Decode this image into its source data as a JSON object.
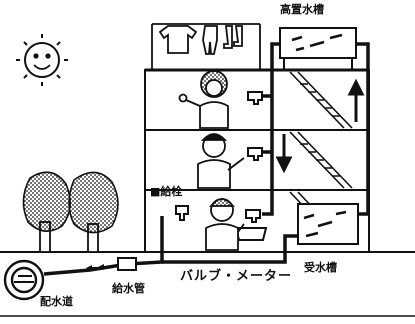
{
  "labels": {
    "elevated_tank": "高置水槽",
    "water_faucet": "■給栓",
    "receiving_tank": "受水槽",
    "water_main": "配水道",
    "service_pipe": "給水管",
    "valve_meter": "バルブ・メーター"
  },
  "icons": {
    "sun": "smiling-sun",
    "laundry": "hanging-laundry",
    "flow_up": "up-arrow",
    "flow_down": "down-arrow",
    "flow_right": "right-arrows"
  },
  "colors": {
    "ink": "#111111",
    "pipe": "#111111",
    "background": "#ffffff"
  }
}
